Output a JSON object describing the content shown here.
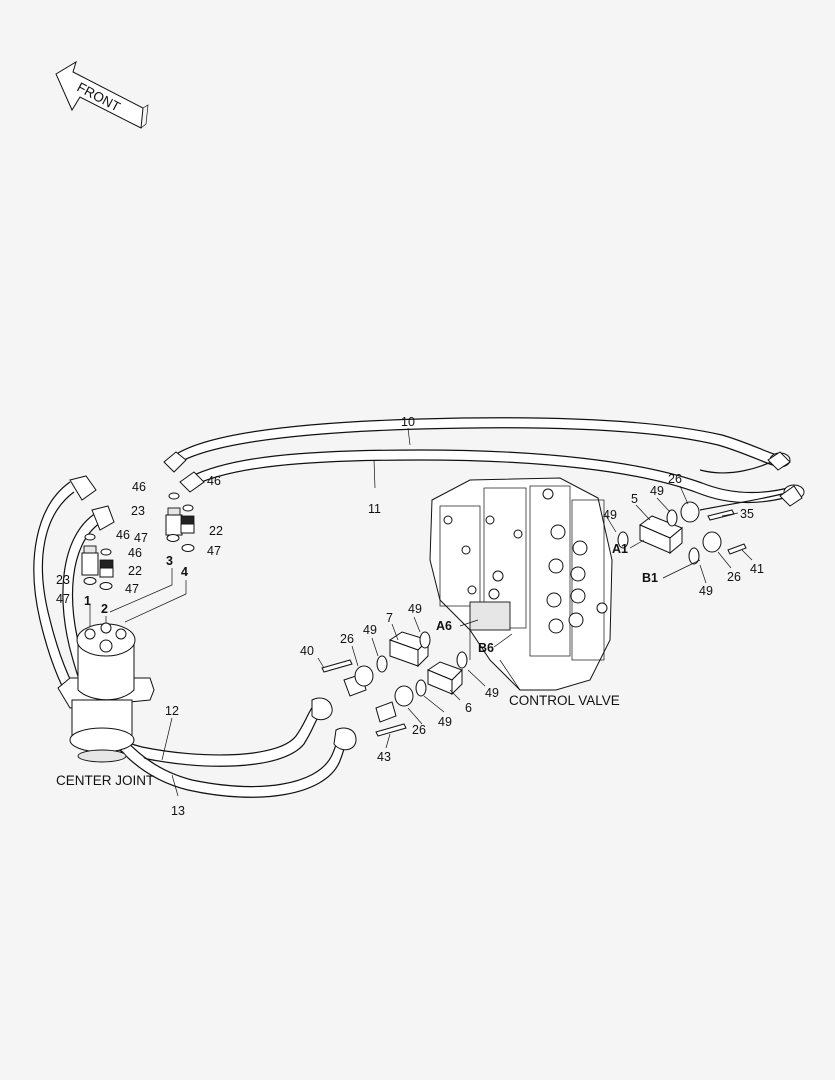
{
  "direction_label": "FRONT",
  "captions": {
    "center_joint": "CENTER JOINT",
    "control_valve": "CONTROL VALVE"
  },
  "callouts": {
    "n10": "10",
    "n11": "11",
    "n12": "12",
    "n13": "13",
    "n46_a": "46",
    "n23_a": "23",
    "n47_a": "47",
    "n46_b": "46",
    "n22_a": "22",
    "n47_b": "47",
    "n3": "3",
    "n4": "4",
    "n46_c": "46",
    "n46_d": "46",
    "n23_b": "23",
    "n22_b": "22",
    "n47_c": "47",
    "n47_d": "47",
    "n1": "1",
    "n2": "2",
    "n26_a": "26",
    "n5": "5",
    "n49_a": "49",
    "n49_b": "49",
    "n35": "35",
    "n49_c": "49",
    "n26_b": "26",
    "n41": "41",
    "n7": "7",
    "n49_d": "49",
    "n26_c": "26",
    "n40": "40",
    "n49_e": "49",
    "n49_f": "49",
    "n6": "6",
    "n49_g": "49",
    "n26_d": "26",
    "n43": "43"
  },
  "ports": {
    "a1": "A1",
    "b1": "B1",
    "a6": "A6",
    "b6": "B6"
  }
}
